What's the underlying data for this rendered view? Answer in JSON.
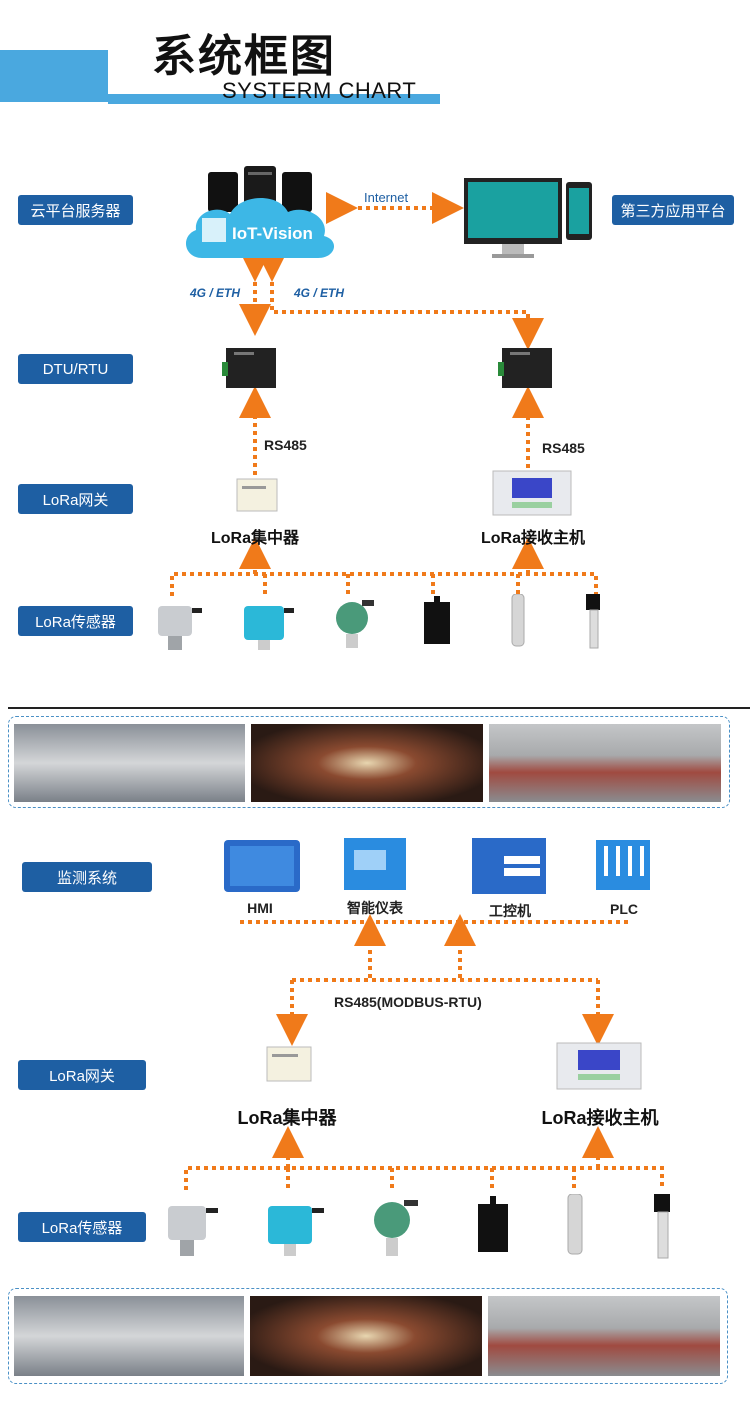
{
  "header": {
    "title_cn": "系统框图",
    "title_en": "SYSTERM CHART"
  },
  "top": {
    "layer_labels": {
      "cloud": "云平台服务器",
      "dtu": "DTU/RTU",
      "gateway": "LoRa网关",
      "sensor": "LoRa传感器"
    },
    "third_party": "第三方应用平台",
    "cloud_name": "IoT-Vision",
    "internet": "Internet",
    "link_left": "4G / ETH",
    "link_right": "4G / ETH",
    "rs485_left": "RS485",
    "rs485_right": "RS485",
    "concentrator": "LoRa集中器",
    "receiver": "LoRa接收主机"
  },
  "bottom": {
    "layer_labels": {
      "monitor": "监测系统",
      "gateway": "LoRa网关",
      "sensor": "LoRa传感器"
    },
    "systems": [
      "HMI",
      "智能仪表",
      "工控机",
      "PLC"
    ],
    "bus": "RS485(MODBUS-RTU)",
    "concentrator": "LoRa集中器",
    "receiver": "LoRa接收主机"
  },
  "colors": {
    "accent": "#4aa8df",
    "label_bg": "#1e5fa3",
    "link": "#f07a1a",
    "cloud": "#3db7e6"
  }
}
